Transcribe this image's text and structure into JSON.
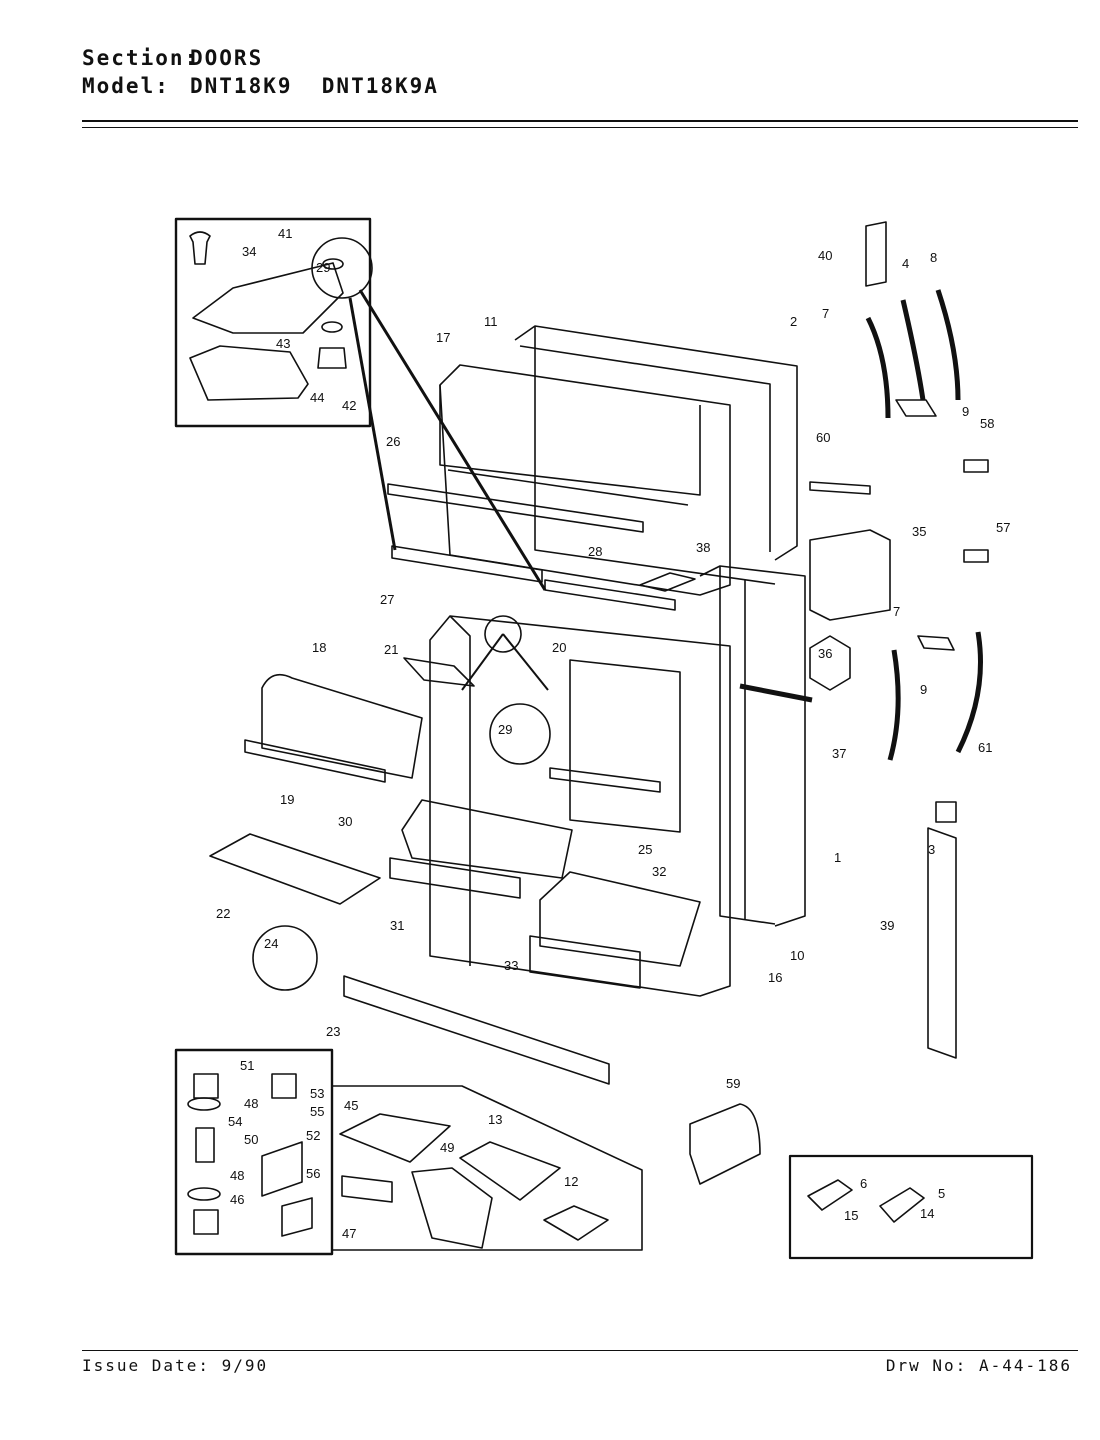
{
  "header": {
    "section_label": "Section:",
    "section_value": "DOORS",
    "model_label": "Model:",
    "model_value": "DNT18K9  DNT18K9A"
  },
  "footer": {
    "issue_date": "Issue Date: 9/90",
    "drawing_no": "Drw No: A-44-186"
  },
  "callouts": {
    "c1": "1",
    "c2": "2",
    "c3": "3",
    "c4": "4",
    "c5": "5",
    "c6": "6",
    "c7": "7",
    "c7b": "7",
    "c8": "8",
    "c9": "9",
    "c9b": "9",
    "c10": "10",
    "c11": "11",
    "c12": "12",
    "c13": "13",
    "c14": "14",
    "c15": "15",
    "c16": "16",
    "c17": "17",
    "c18": "18",
    "c19": "19",
    "c20": "20",
    "c21": "21",
    "c22": "22",
    "c23": "23",
    "c24": "24",
    "c25": "25",
    "c26": "26",
    "c27": "27",
    "c28": "28",
    "c29": "29",
    "c29b": "29",
    "c30": "30",
    "c31": "31",
    "c32": "32",
    "c33": "33",
    "c34": "34",
    "c35": "35",
    "c36": "36",
    "c37": "37",
    "c38": "38",
    "c39": "39",
    "c40": "40",
    "c41": "41",
    "c42": "42",
    "c43": "43",
    "c44": "44",
    "c45": "45",
    "c46": "46",
    "c47": "47",
    "c48": "48",
    "c48b": "48",
    "c49": "49",
    "c50": "50",
    "c51": "51",
    "c52": "52",
    "c53": "53",
    "c54": "54",
    "c55": "55",
    "c56": "56",
    "c57": "57",
    "c58": "58",
    "c59": "59",
    "c60": "60",
    "c61": "61"
  }
}
